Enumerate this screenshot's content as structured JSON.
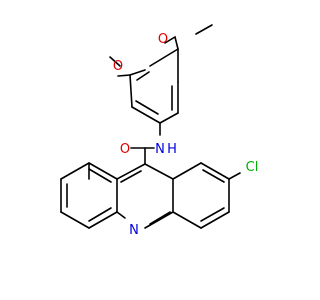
{
  "molecule": {
    "atoms": [
      {
        "id": "o_methoxy_top",
        "text": "O",
        "color": "#e00000"
      },
      {
        "id": "o_methoxy_left",
        "text": "O",
        "color": "#e00000"
      },
      {
        "id": "o_carbonyl",
        "text": "O",
        "color": "#e00000"
      },
      {
        "id": "n_amide",
        "text": "N",
        "color": "#0000e0"
      },
      {
        "id": "h_amide",
        "text": "H",
        "color": "#0000e0"
      },
      {
        "id": "n_quinoline",
        "text": "N",
        "color": "#0000e0"
      },
      {
        "id": "cl",
        "text": "Cl",
        "color": "#00b000"
      }
    ]
  }
}
